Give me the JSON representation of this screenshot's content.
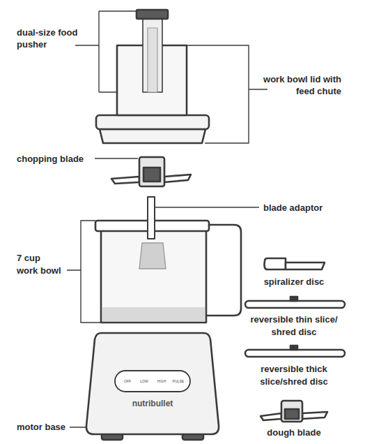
{
  "diagram": {
    "labels": [
      "dual-size food pusher",
      "work bowl lid with feed chute",
      "chopping blade",
      "blade adaptor",
      "7 cup work bowl",
      "spiralizer disc",
      "reversible thin slice/ shred disc",
      "reversible thick slice/shred disc",
      "dough blade",
      "motor base",
      "OFF",
      "LOW",
      "HIGH",
      "PULSE",
      "nutribullet"
    ]
  }
}
